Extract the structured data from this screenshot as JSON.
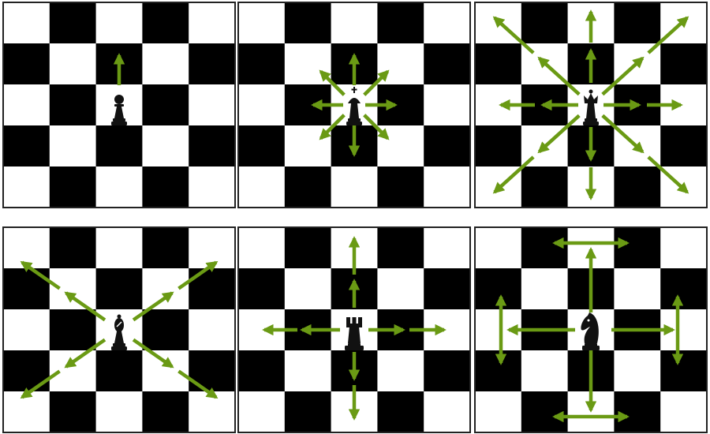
{
  "colors": {
    "dark_square": "#000000",
    "light_square": "#ffffff",
    "board_border": "#222222",
    "arrow": "#6a9a14",
    "piece": "#111111"
  },
  "boards": [
    {
      "id": "pawn",
      "piece": "pawn",
      "icon": "pawn-icon",
      "move_pattern": "one-square-forward"
    },
    {
      "id": "king",
      "piece": "king",
      "icon": "king-icon",
      "move_pattern": "one-square-any-direction"
    },
    {
      "id": "queen",
      "piece": "queen",
      "icon": "queen-icon",
      "move_pattern": "any-distance-any-direction"
    },
    {
      "id": "bishop",
      "piece": "bishop",
      "icon": "bishop-icon",
      "move_pattern": "diagonals"
    },
    {
      "id": "rook",
      "piece": "rook",
      "icon": "rook-icon",
      "move_pattern": "ranks-and-files"
    },
    {
      "id": "knight",
      "piece": "knight",
      "icon": "knight-icon",
      "move_pattern": "l-shape"
    }
  ]
}
